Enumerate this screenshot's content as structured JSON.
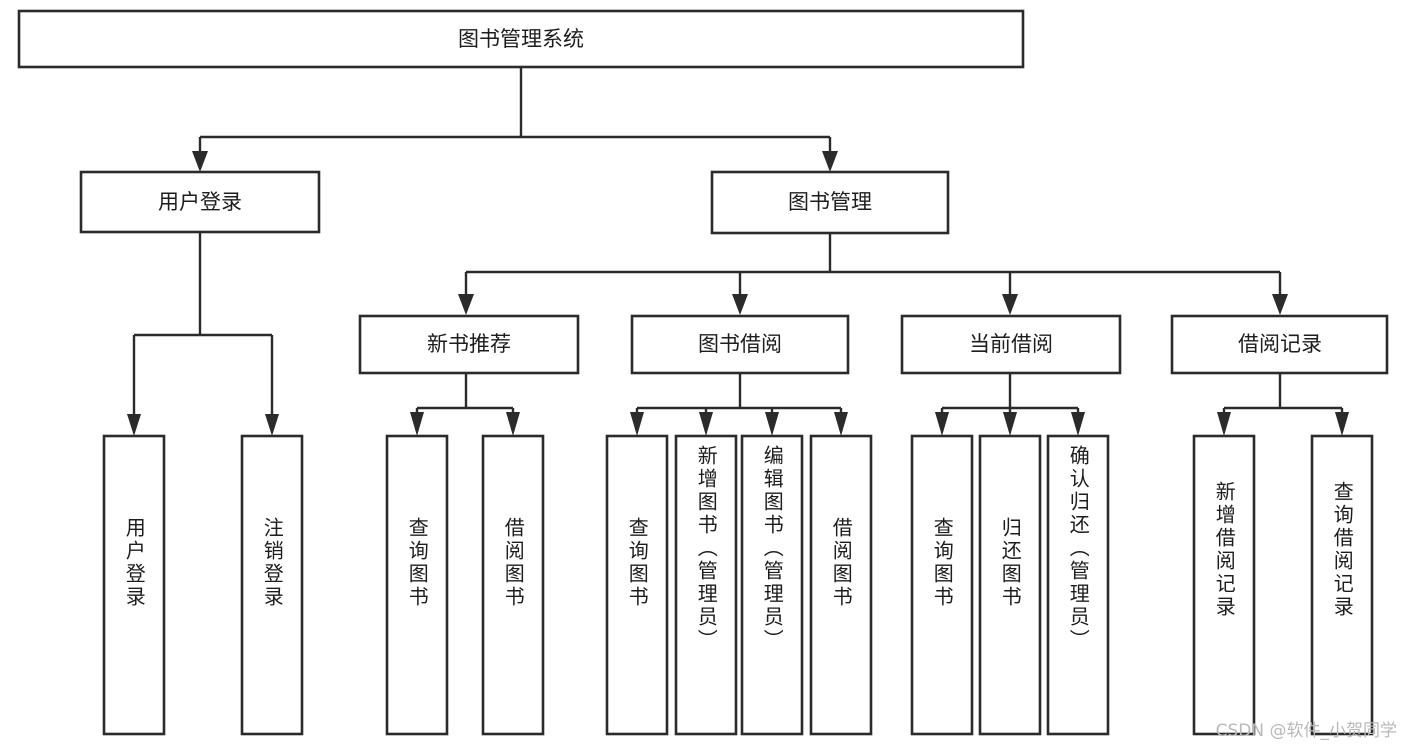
{
  "diagram": {
    "type": "tree",
    "title": "图书管理系统",
    "root": {
      "id": "root",
      "label": "图书管理系统",
      "orientation": "horizontal"
    },
    "level2": [
      {
        "id": "user-login",
        "label": "用户登录",
        "orientation": "horizontal"
      },
      {
        "id": "book-manage",
        "label": "图书管理",
        "orientation": "horizontal"
      }
    ],
    "level3": [
      {
        "id": "new-book-recommend",
        "label": "新书推荐",
        "orientation": "horizontal",
        "parent": "book-manage"
      },
      {
        "id": "book-borrow",
        "label": "图书借阅",
        "orientation": "horizontal",
        "parent": "book-manage"
      },
      {
        "id": "current-borrow",
        "label": "当前借阅",
        "orientation": "horizontal",
        "parent": "book-manage"
      },
      {
        "id": "borrow-record",
        "label": "借阅记录",
        "orientation": "horizontal",
        "parent": "book-manage"
      }
    ],
    "leaves": [
      {
        "id": "leaf-user-login",
        "label": "用户登录",
        "parent": "user-login",
        "orientation": "vertical"
      },
      {
        "id": "leaf-user-logout",
        "label": "注销登录",
        "parent": "user-login",
        "orientation": "vertical"
      },
      {
        "id": "leaf-query-book-1",
        "label": "查询图书",
        "parent": "new-book-recommend",
        "orientation": "vertical"
      },
      {
        "id": "leaf-borrow-book-1",
        "label": "借阅图书",
        "parent": "new-book-recommend",
        "orientation": "vertical"
      },
      {
        "id": "leaf-query-book-2",
        "label": "查询图书",
        "parent": "book-borrow",
        "orientation": "vertical"
      },
      {
        "id": "leaf-add-book",
        "label": "新增图书（管理员）",
        "parent": "book-borrow",
        "orientation": "vertical"
      },
      {
        "id": "leaf-edit-book",
        "label": "编辑图书（管理员）",
        "parent": "book-borrow",
        "orientation": "vertical"
      },
      {
        "id": "leaf-borrow-book-2",
        "label": "借阅图书",
        "parent": "book-borrow",
        "orientation": "vertical"
      },
      {
        "id": "leaf-query-book-3",
        "label": "查询图书",
        "parent": "current-borrow",
        "orientation": "vertical"
      },
      {
        "id": "leaf-return-book",
        "label": "归还图书",
        "parent": "current-borrow",
        "orientation": "vertical"
      },
      {
        "id": "leaf-confirm-return",
        "label": "确认归还（管理员）",
        "parent": "current-borrow",
        "orientation": "vertical"
      },
      {
        "id": "leaf-add-record",
        "label": "新增借阅记录",
        "parent": "borrow-record",
        "orientation": "vertical"
      },
      {
        "id": "leaf-query-record",
        "label": "查询借阅记录",
        "parent": "borrow-record",
        "orientation": "vertical"
      }
    ]
  },
  "watermark": {
    "text": "CSDN @软件_小贺同学"
  },
  "colors": {
    "background": "#ffffff",
    "box_fill": "#ffffff",
    "box_stroke": "#2b2b2b",
    "connector": "#2b2b2b",
    "text": "#1d1d1d",
    "watermark": "#b9b9b9"
  }
}
